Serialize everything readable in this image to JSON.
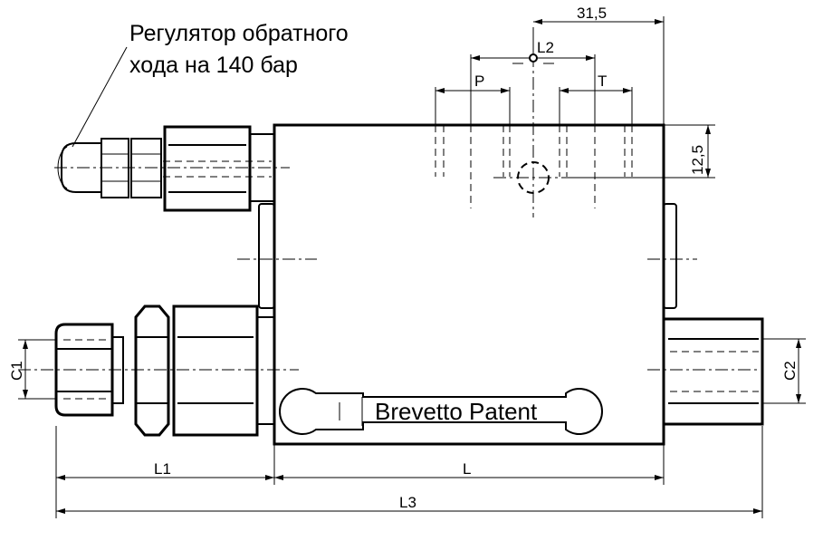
{
  "callout": {
    "line1": "Регулятор обратного",
    "line2": "хода на 140 бар"
  },
  "labels": {
    "patent": "Brevetto Patent"
  },
  "dimensions": {
    "d31_5": "31,5",
    "l2": "L2",
    "p": "P",
    "t": "T",
    "d12_5": "12,5",
    "c1": "C1",
    "c2": "C2",
    "l1": "L1",
    "l": "L",
    "l3": "L3"
  }
}
